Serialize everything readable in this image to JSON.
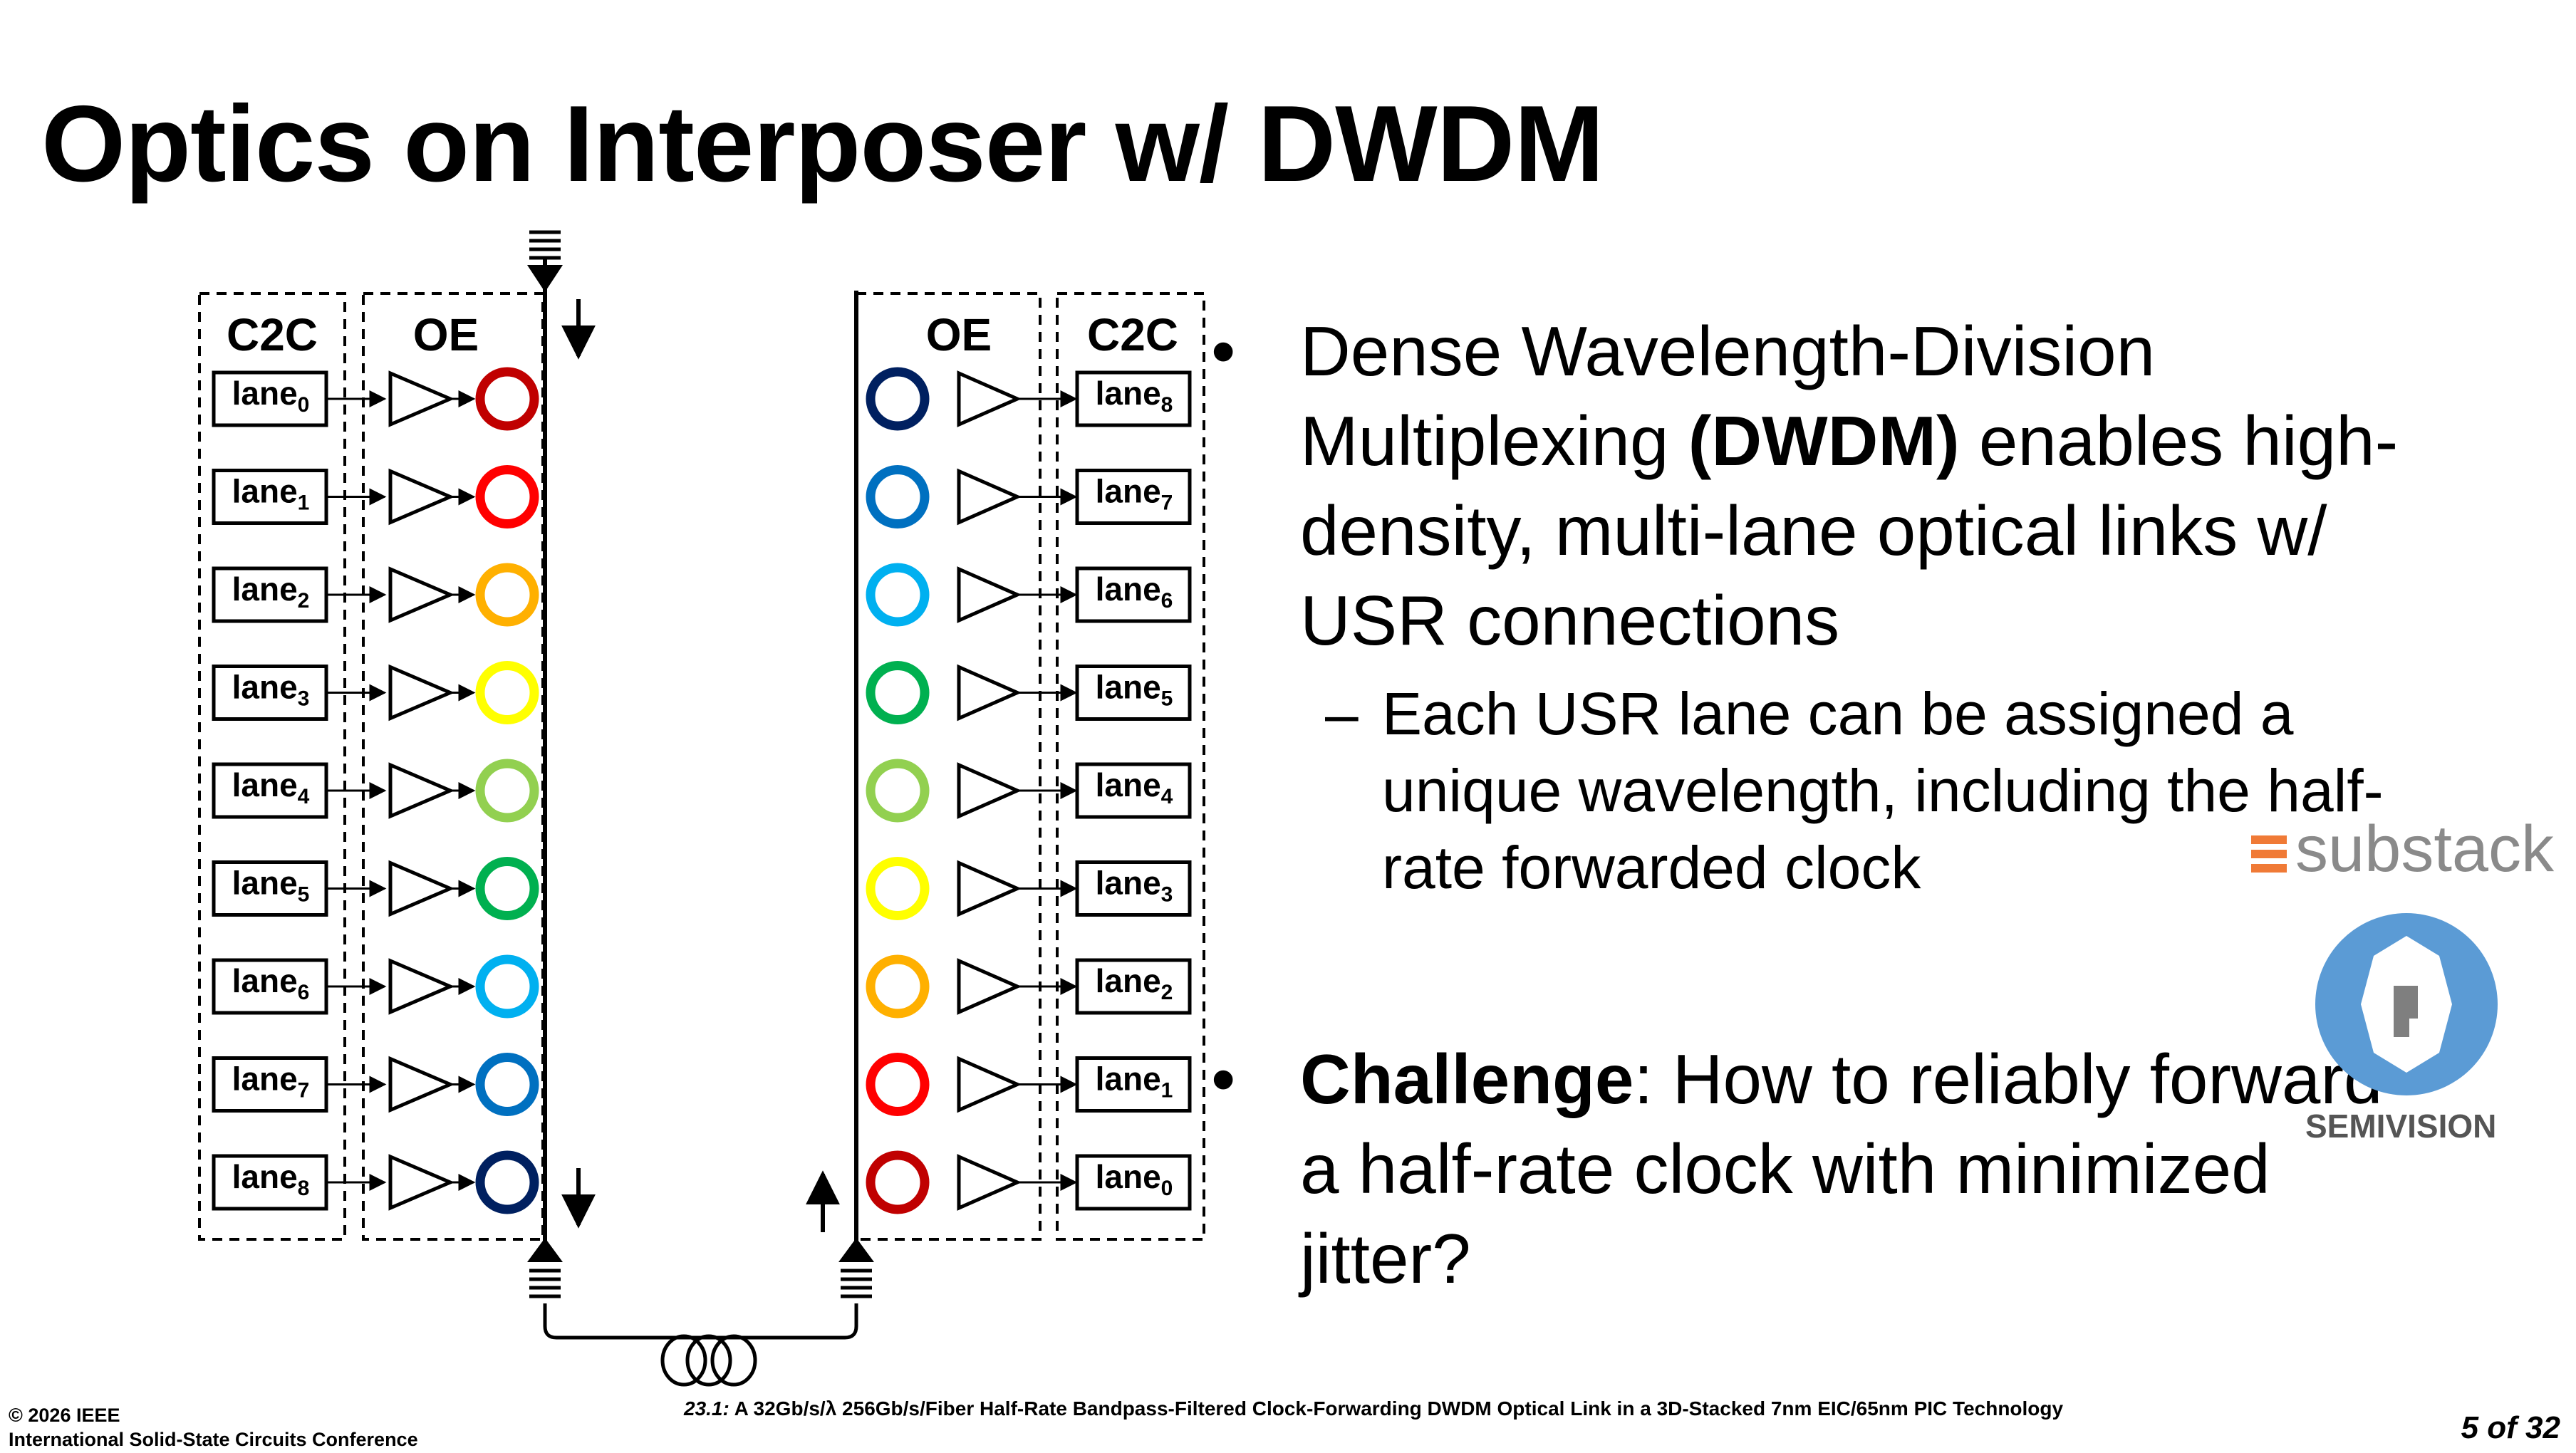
{
  "slide": {
    "title": "Optics on Interposer w/ DWDM"
  },
  "diagram": {
    "left_headers": {
      "c2c": "C2C",
      "oe": "OE"
    },
    "right_headers": {
      "c2c": "C2C",
      "oe": "OE"
    },
    "lane_prefix": "lane",
    "left_lanes": [
      "0",
      "1",
      "2",
      "3",
      "4",
      "5",
      "6",
      "7",
      "8"
    ],
    "right_lanes": [
      "8",
      "7",
      "6",
      "5",
      "4",
      "3",
      "2",
      "1",
      "0"
    ],
    "left_ring_colors": [
      "#c00000",
      "#ff0000",
      "#ffb000",
      "#ffff00",
      "#92d050",
      "#00b050",
      "#00b0f0",
      "#0070c0",
      "#002060"
    ],
    "right_ring_colors": [
      "#002060",
      "#0070c0",
      "#00b0f0",
      "#00b050",
      "#92d050",
      "#ffff00",
      "#ffb000",
      "#ff0000",
      "#c00000"
    ]
  },
  "bullets": {
    "b1_part1": "Dense Wavelength-Division Multiplexing ",
    "b1_bold": "(DWDM)",
    "b1_part2": " enables high-density, multi-lane optical links w/ USR connections",
    "sub1": "Each USR lane can be assigned a unique wavelength, including the half-rate forwarded clock",
    "b2_bold": "Challenge",
    "b2_rest": ": How to reliably forward a half-rate clock with minimized jitter?"
  },
  "footer": {
    "copyright": "© 2026 IEEE",
    "conference": "International Solid-State Circuits Conference",
    "paper_id": "23.1:",
    "paper_title": "A 32Gb/s/λ 256Gb/s/Fiber Half-Rate Bandpass-Filtered Clock-Forwarding DWDM Optical Link in a 3D-Stacked 7nm EIC/65nm PIC Technology",
    "page": "5 of 32"
  },
  "watermark": {
    "substack": "substack",
    "brand": "SEMIVISION"
  }
}
